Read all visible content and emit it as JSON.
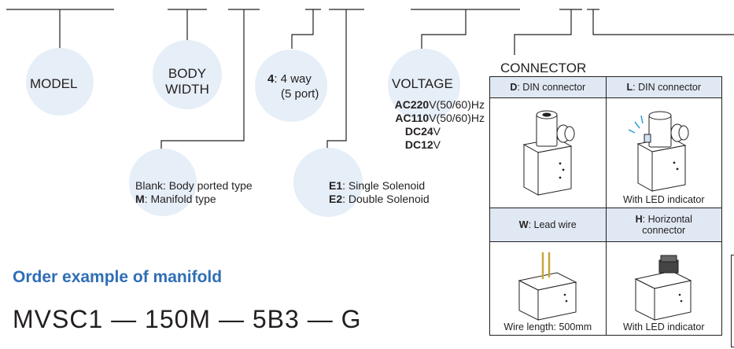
{
  "model": {
    "label": "MODEL"
  },
  "body_width": {
    "line1": "BODY",
    "line2": "WIDTH"
  },
  "ports": {
    "code": "4",
    "text": ": 4 way",
    "sub": "(5 port)"
  },
  "voltage": {
    "label": "VOLTAGE",
    "items": [
      {
        "code": "AC220",
        "text": "V(50/60)Hz"
      },
      {
        "code": "AC110",
        "text": "V(50/60)Hz"
      },
      {
        "code": "DC24",
        "text": "V"
      },
      {
        "code": "DC12",
        "text": "V"
      }
    ]
  },
  "body_type": {
    "blank_text": "Blank: Body ported type",
    "m_code": "M",
    "m_text": ": Manifold type"
  },
  "solenoid": {
    "e1_code": "E1",
    "e1_text": ": Single Solenoid",
    "e2_code": "E2",
    "e2_text": ": Double Solenoid"
  },
  "connector": {
    "title": "CONNECTOR",
    "d_code": "D",
    "d_text": ": DIN connector",
    "l_code": "L",
    "l_text": ": DIN connector",
    "l_caption": "With LED indicator",
    "w_code": "W",
    "w_text": ": Lead wire",
    "w_caption": "Wire length: 500mm",
    "h_code": "H",
    "h_text": ": Horizontal",
    "h_text2": "connector",
    "h_caption": "With LED indicator"
  },
  "order": {
    "title": "Order example of manifold",
    "code": "MVSC1 — 150M — 5B3 — G"
  },
  "colors": {
    "accent": "#2f6eb5",
    "circle_fill": "#e6eef7",
    "header_fill": "#dfe8f3"
  }
}
